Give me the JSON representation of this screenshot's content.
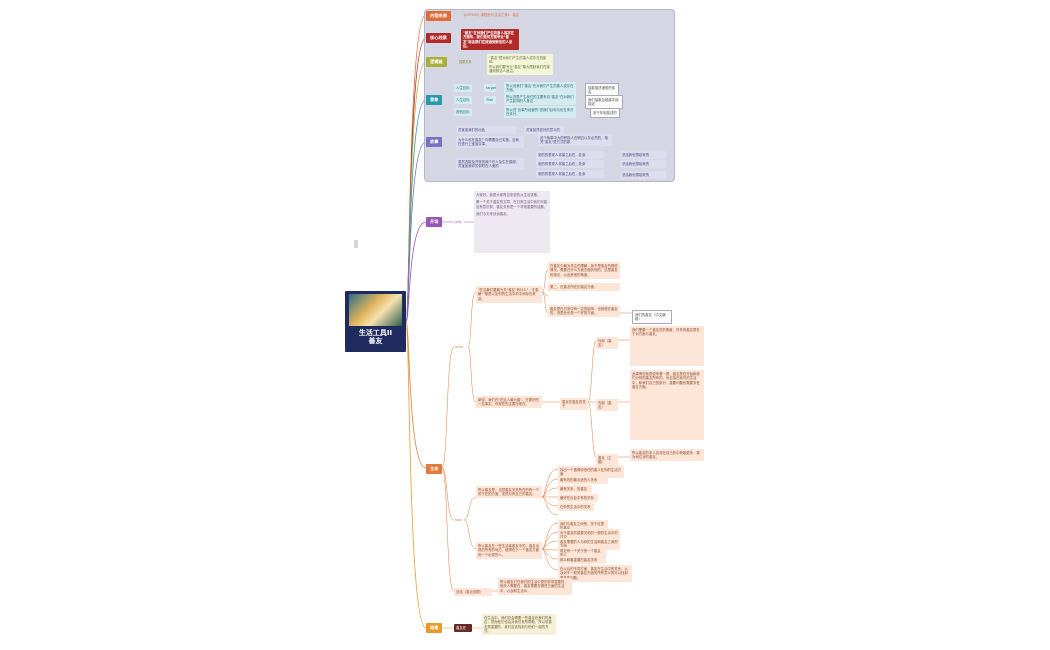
{
  "root": {
    "title_line1": "生活工具II",
    "title_line2": "善友"
  },
  "branches": {
    "source": {
      "label": "内容来源",
      "value": "《CRYSSB》课程系列-生活工具II：善友"
    },
    "core": {
      "label": "核心线索",
      "value": "\"善友\"在对我们产生的善人或存在方面有，我们是何方面专业\"善友\"将由我们在接通到鲜活的人身边。"
    },
    "logic": {
      "label": "逻辑链",
      "cause": "因果关系",
      "items": [
        "\"善友\"是对我们产生的善人或存在的影响。",
        "所以我们要专业\"善友\"最大限制我们在接通到鲜活人身边。"
      ]
    },
    "symbol": {
      "label": "意象",
      "rows": [
        {
          "a": "人生目标",
          "b": "target",
          "c": "所以说我们\"善友\"在对我们产生的善人或存在方面。",
          "d": "抽象描述诸般的体会"
        },
        {
          "a": "人生目标",
          "b": "Trial",
          "c": "所以说是产生我们的主要来自\"善友\"在对我们产生影响的人身边",
          "d": "我们抽象且超越中途描述"
        },
        {
          "a": "其他目标",
          "b": "",
          "c": "所以说\"出事所经营的\"进我们目标与也在体分在体分。",
          "d": "到千年相描述的"
        }
      ]
    },
    "story": {
      "label": "故事",
      "rows": [
        {
          "a": "苏宝宣我们的出色",
          "b": "苏宝宣然说好的意义的"
        },
        {
          "a": "为什么也在善友？你需要自己实施，自我在进行上宝宣实事。",
          "b": "这个故事中大的积极人在明白以存必然的，相关\"善友\"是方式的那。"
        },
        {
          "a": "虽然选取及开放的两个在人及生在感谢，苏宝宣我你的到时在人面的",
          "b": "到的的表现人将接之后在，处亲",
          "c": "总结我也想起来的"
        }
      ]
    },
    "opening": {
      "label": "开场",
      "sub": "why",
      "paras": [
        "大家好。我是大家再见来说的从生活讲座。",
        "第一个关于善友的文章，在日常生活中我们可能没有意识到，善友关系是一个非常重要的话题。",
        "我们今天来谈谈善友。"
      ]
    },
    "main": {
      "label": "主体",
      "what_label": "what",
      "how_label": "how",
      "what_intro": "\"在这最们要最为关\"善友\"有什么\"，才善解一般是以如何的生活中的中间存在来讲。",
      "what_points": [
        "在善友中最为关注的理解，我不是善友的那些情况、需要在什么方面去做其他的，这是善友的观点，以及其他的角度。",
        "第二，在善友所在的善友方面。",
        "善友是在日常中有一定的影响，也就是在善友的，但是此也是一个好的方面。"
      ],
      "what_note": "新说，我们在\"在这人最为善\"，在更好的一见事实，你现在的主要在现在。",
      "aspects_label": "善友在善友的关于",
      "aspects": [
        {
          "name": "外部（善友）",
          "text": "我们需要一个善友在的角度，好多的善友是在于对方面与善友。"
        },
        {
          "name": "内部（善友）",
          "text": "此事情也就是说来看一看，善友是在开始和我们分别的善友所有的，也包括在我们的生活中，和我们自己的部分，重要问题也需要多在善友方面。"
        },
        {
          "name": "善友（主题）",
          "text": "所以善友的本人应将在自己的中获取更多，更为地位对的善友。"
        }
      ],
      "note_label": "我们的善友（中文编辑）",
      "how_intro": "所以善友是，当然善友关系所在的有一个关于在的方面，发现与有自己的善友。",
      "how_steps": [
        "找出一个值得你信任的善人在你的生活方面",
        "最有效的最合适的人关系",
        "最有关系，的善友",
        "最好在社会中有的关系",
        "在你的生活中的关系"
      ],
      "how_outro": "所以善友在一些生活者善友中的，善友出现的所有的地方，值得在下一个善友方面的一个出现的人。",
      "how_steps2": [
        "我们与善友之间的，关于这里的善友",
        "对于善友的重要关系的一般的生活中的讨论",
        "善友需要的人与你的生活和善友之间的方面",
        "现在有一个关于的一个善友的人",
        "那么和最重要的善友关系",
        "在以后的不同方面，善友在生活中的关系，以及对于一般的善友方面的所有意义的可以找到更多的问题。"
      ],
      "summary_label": "总结（重点回顾）",
      "summary": "所以善友们在我们的生活中是的非常重要的，相关人需要在，善友需要在哪些方面的生活中，以及和生活中。"
    },
    "ending": {
      "label": "结尾",
      "sub": "善友在",
      "text": "在生活中，我们总会需要一些善友在我们的身边，然而他们也会对我们有所帮助，所以说善友是重要的，我们应该找到与他们一起的方式。"
    }
  },
  "colors": {
    "source": "#e26b3a",
    "core": "#b02a2a",
    "logic": "#a8b03a",
    "symbol": "#2a9aaa",
    "story": "#7a70c4",
    "opening": "#9a56b4",
    "main": "#e47a3a",
    "ending": "#e89a2a",
    "root": "#1f2a5e"
  }
}
